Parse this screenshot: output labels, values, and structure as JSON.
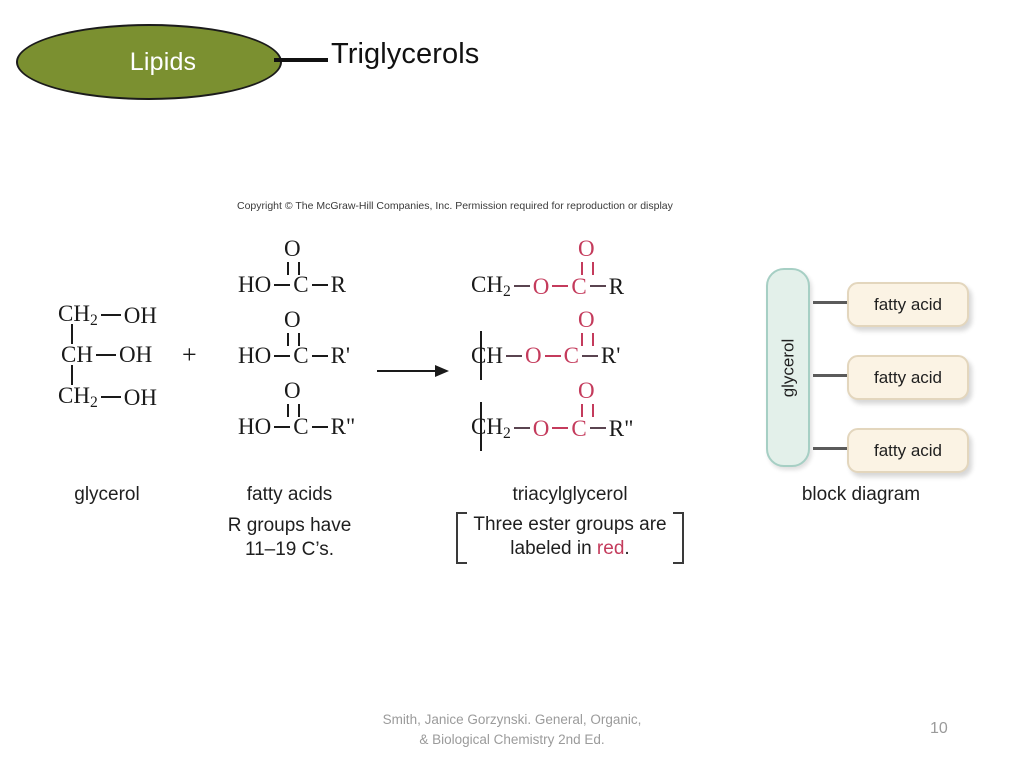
{
  "slide": {
    "topic_bubble_label": "Lipids",
    "title": "Triglycerols",
    "page_number": "10",
    "bubble_color": "#7b9030",
    "accent_red": "#c43b5c"
  },
  "figure": {
    "copyright": "Copyright © The McGraw-Hill Companies, Inc. Permission required for reproduction or display",
    "glycerol": {
      "rows": [
        {
          "left": "CH",
          "left_sub": "2",
          "right": "OH"
        },
        {
          "left": "CH",
          "left_sub": "",
          "right": "OH"
        },
        {
          "left": "CH",
          "left_sub": "2",
          "right": "OH"
        }
      ]
    },
    "operator_plus": "+",
    "arrow": "reaction-arrow-right",
    "fatty_acids": {
      "units": [
        {
          "carbonyl_o": "O",
          "ho": "HO",
          "c": "C",
          "r": "R"
        },
        {
          "carbonyl_o": "O",
          "ho": "HO",
          "c": "C",
          "r": "R'"
        },
        {
          "carbonyl_o": "O",
          "ho": "HO",
          "c": "C",
          "r": "R\""
        }
      ]
    },
    "triacylglycerol": {
      "units": [
        {
          "backbone": "CH",
          "backbone_sub": "2",
          "ester_o": "O",
          "carbonyl_o": "O",
          "c": "C",
          "r": "R"
        },
        {
          "backbone": "CH",
          "backbone_sub": "",
          "ester_o": "O",
          "carbonyl_o": "O",
          "c": "C",
          "r": "R'"
        },
        {
          "backbone": "CH",
          "backbone_sub": "2",
          "ester_o": "O",
          "carbonyl_o": "O",
          "c": "C",
          "r": "R\""
        }
      ]
    },
    "block_diagram": {
      "glycerol_label": "glycerol",
      "fatty_acid_labels": [
        "fatty acid",
        "fatty acid",
        "fatty acid"
      ],
      "glycerol_fill": "#e3f0ea",
      "glycerol_border": "#a6cfc4",
      "fatty_acid_fill": "#fbf3e4",
      "fatty_acid_border": "#e3d6bd"
    },
    "captions": {
      "glycerol": "glycerol",
      "fatty_acids": "fatty acids",
      "triacylglycerol": "triacylglycerol",
      "block_diagram": "block diagram"
    },
    "notes": {
      "r_groups_line1": "R groups have",
      "r_groups_line2": "11–19 C’s.",
      "ester_line1": "Three ester groups are",
      "ester_line2_pre": "labeled in ",
      "ester_line2_red": "red",
      "ester_line2_post": "."
    }
  },
  "footer": {
    "citation_line1": "Smith, Janice Gorzynski. General, Organic,",
    "citation_line2": "& Biological Chemistry 2nd Ed."
  }
}
